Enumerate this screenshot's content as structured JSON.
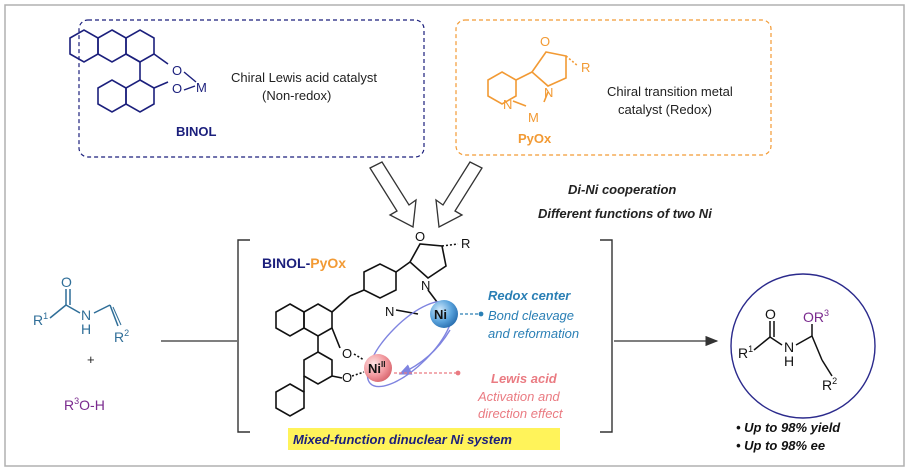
{
  "colors": {
    "frame": "#b0b0b0",
    "binol": "#1b1f7c",
    "pyox": "#f29a34",
    "reactant": "#2f6e98",
    "alcohol": "#7a2a8e",
    "redox_text": "#2a7fb5",
    "lewis_text": "#ea7b82",
    "ellipse": "#7f84e0",
    "highlight": "#fff35a",
    "product_circle": "#2b2a8c"
  },
  "binol_box": {
    "atoms": {
      "o1": "O",
      "o2": "O",
      "m": "M"
    },
    "desc_line1": "Chiral Lewis acid catalyst",
    "desc_line2": "(Non-redox)",
    "name": "BINOL"
  },
  "pyox_box": {
    "atoms": {
      "o": "O",
      "n1": "N",
      "n2": "N",
      "m": "M",
      "r": "R"
    },
    "desc_line1": "Chiral transition metal",
    "desc_line2": "catalyst (Redox)",
    "name": "PyOx"
  },
  "cooperation": {
    "line1": "Di-Ni cooperation",
    "line2": "Different functions of two Ni"
  },
  "reactants": {
    "amide_o": "O",
    "amide_r1": "R",
    "amide_r1_sup": "1",
    "amide_n": "N",
    "amide_h": "H",
    "amide_r2": "R",
    "amide_r2_sup": "2",
    "plus": "+",
    "alcohol_r": "R",
    "alcohol_sup": "3",
    "alcohol_rest": "O-H"
  },
  "complex": {
    "title_binol": "BINOL",
    "title_dash": "-",
    "title_pyox": "PyOx",
    "o_ring": "O",
    "n_ring": "N",
    "n_py": "N",
    "r": "R",
    "o1": "O",
    "o2": "O",
    "ni1": "Ni",
    "ni2": "Ni",
    "ni2_sup": "II",
    "redox_title": "Redox center",
    "redox_line1": "Bond cleavage",
    "redox_line2": "and reformation",
    "lewis_title": "Lewis acid",
    "lewis_line1": "Activation and",
    "lewis_line2": "direction effect",
    "footer": "Mixed-function dinuclear Ni system"
  },
  "product": {
    "o": "O",
    "r1": "R",
    "r1_sup": "1",
    "n": "N",
    "h": "H",
    "or_o": "OR",
    "or_sup": "3",
    "r2": "R",
    "r2_sup": "2",
    "bullet1": "• Up to 98% yield",
    "bullet2": "• Up to 98% ee"
  }
}
